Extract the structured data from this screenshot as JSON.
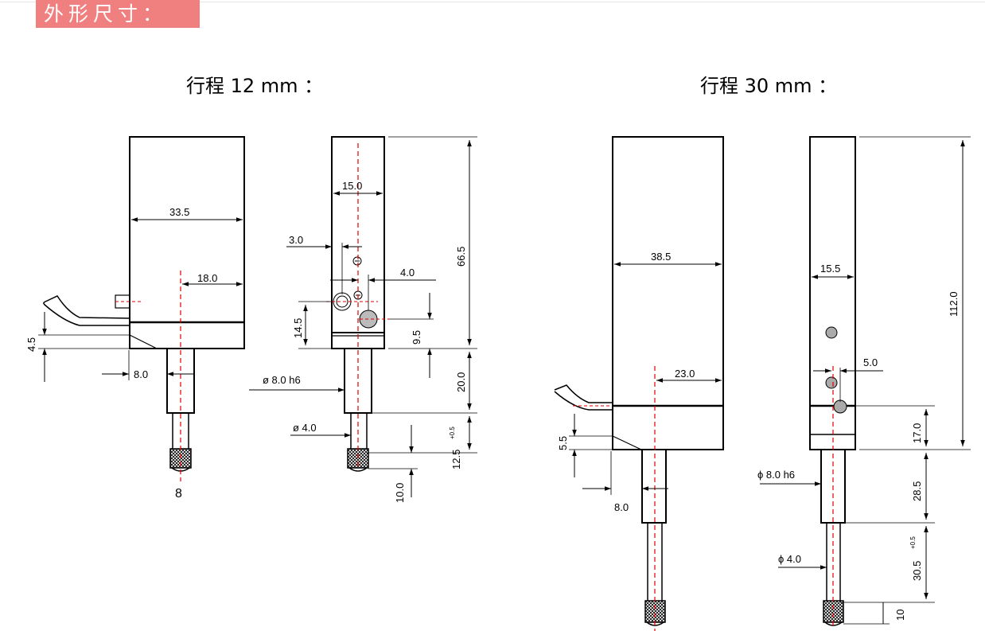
{
  "banner": {
    "title": "外形尺寸："
  },
  "variants": [
    {
      "heading": "行程 12 mm ："
    },
    {
      "heading": "行程 30 mm ："
    }
  ],
  "dims12": {
    "width": "33.5",
    "axis_offset": "18.0",
    "height_4_5": "4.5",
    "cable_8": "8.0",
    "bottom_8": "8",
    "side_width": "15.0",
    "d3": "3.0",
    "d4": "4.0",
    "height_66_5": "66.5",
    "d14_5": "14.5",
    "d9_5": "9.5",
    "shaft_dia": "ø 8.0 h6",
    "d20": "20.0",
    "tip_dia": "ø 4.0",
    "stroke": "12.5",
    "tol": "+0.5",
    "tip_len": "10.0"
  },
  "dims30": {
    "width": "38.5",
    "axis_offset": "23.0",
    "height_5_5": "5.5",
    "cable_8": "8.0",
    "side_width": "15.5",
    "d5": "5.0",
    "height_112": "112.0",
    "d17": "17.0",
    "shaft_dia": "ϕ 8.0 h6",
    "d28_5": "28.5",
    "tip_dia": "ϕ 4.0",
    "stroke": "30.5",
    "tol": "+0.5",
    "tip_len": "10"
  }
}
